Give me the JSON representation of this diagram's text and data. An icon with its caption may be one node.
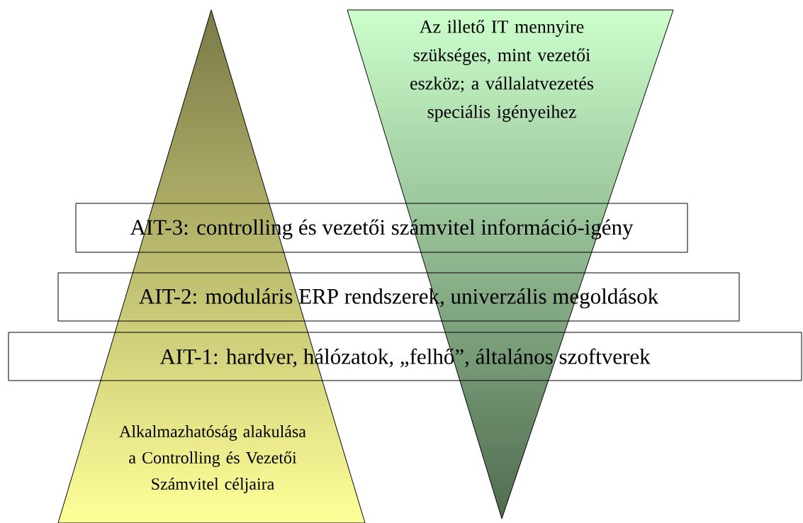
{
  "diagram": {
    "nodes": [
      {
        "text": [
          "Alkalmazhatóság alakulása a Controlling és Vezetői Számvitel céljaira"
        ]
      },
      {
        "text": [
          "Az illető IT mennyire szükséges, mint vezetői eszköz; a vállalatvezetés speciális igényeihez"
        ]
      },
      {
        "text": [
          "AIT-3: controlling és vezetői számvitel információ-igény"
        ]
      },
      {
        "text": [
          "AIT-2: moduláris ERP rendszerek, univerzális megoldások"
        ]
      },
      {
        "text": [
          "AIT-1: hardver, hálózatok, „felhő”, általános szoftverek"
        ]
      }
    ]
  }
}
